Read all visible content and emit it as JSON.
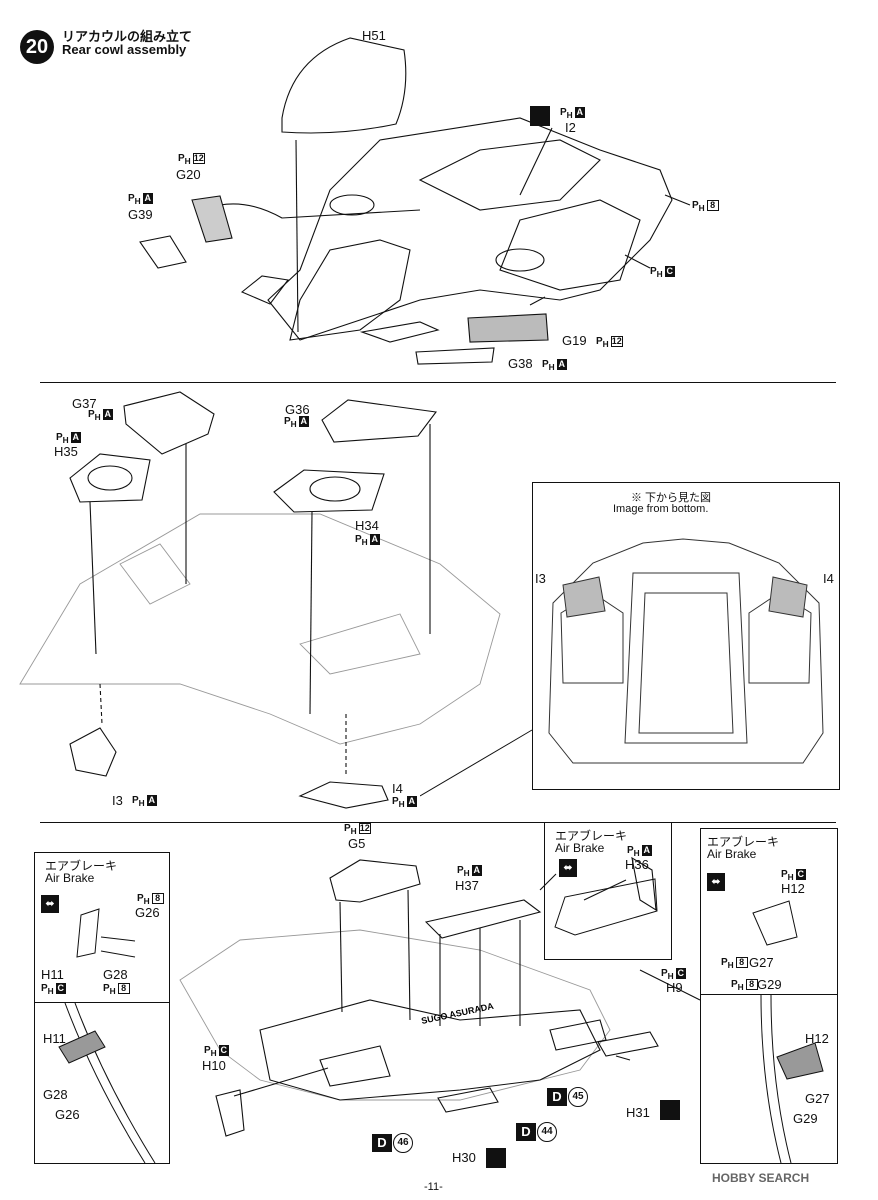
{
  "step": {
    "number": "20",
    "title_ja": "リアカウルの組み立て",
    "title_en": "Rear cowl assembly"
  },
  "top_section": {
    "parts": [
      {
        "id": "H51"
      },
      {
        "id": "I2",
        "ph": "A"
      },
      {
        "id": "G20",
        "ph": "12"
      },
      {
        "id": "G39",
        "ph": "A"
      },
      {
        "id": "G19",
        "ph": "12"
      },
      {
        "id": "G38",
        "ph": "A"
      }
    ],
    "callouts": [
      {
        "ph": "8"
      },
      {
        "ph": "C"
      }
    ]
  },
  "middle_section": {
    "parts": [
      {
        "id": "G37",
        "ph": "A"
      },
      {
        "id": "H35",
        "ph": "A"
      },
      {
        "id": "G36",
        "ph": "A"
      },
      {
        "id": "H34",
        "ph": "A"
      },
      {
        "id": "I3",
        "ph": "A"
      },
      {
        "id": "I4",
        "ph": "A"
      }
    ],
    "bottom_view": {
      "note_ja": "※ 下から見た図",
      "note_en": "Image from bottom.",
      "left_label": "I3",
      "right_label": "I4"
    }
  },
  "bottom_section": {
    "air_brake_left": {
      "title_ja": "エアブレーキ",
      "title_en": "Air Brake",
      "parts": [
        "G26",
        "G28",
        "H11"
      ],
      "ph": {
        "G26": "8",
        "G28": "8",
        "H11": "C"
      },
      "detail_labels": [
        "H11",
        "G28",
        "G26"
      ]
    },
    "air_brake_center": {
      "title_ja": "エアブレーキ",
      "title_en": "Air Brake",
      "part": "H36",
      "ph": "A"
    },
    "air_brake_right": {
      "title_ja": "エアブレーキ",
      "title_en": "Air Brake",
      "parts": [
        "H12",
        "G27",
        "G29"
      ],
      "ph": {
        "H12": "C",
        "G27": "8",
        "G29": "8"
      },
      "detail_labels": [
        "H12",
        "G27",
        "G29"
      ]
    },
    "parts": [
      {
        "id": "G5",
        "ph": "12"
      },
      {
        "id": "H37",
        "ph": "A"
      },
      {
        "id": "H9",
        "ph": "C"
      },
      {
        "id": "H10",
        "ph": "C"
      },
      {
        "id": "H30"
      },
      {
        "id": "H31"
      }
    ],
    "decals": [
      "45",
      "46",
      "44"
    ],
    "decal_letter": "D",
    "car_text": "SUGO ASURADA"
  },
  "footer": {
    "page": "-11-",
    "watermark": "HOBBY SEARCH"
  }
}
